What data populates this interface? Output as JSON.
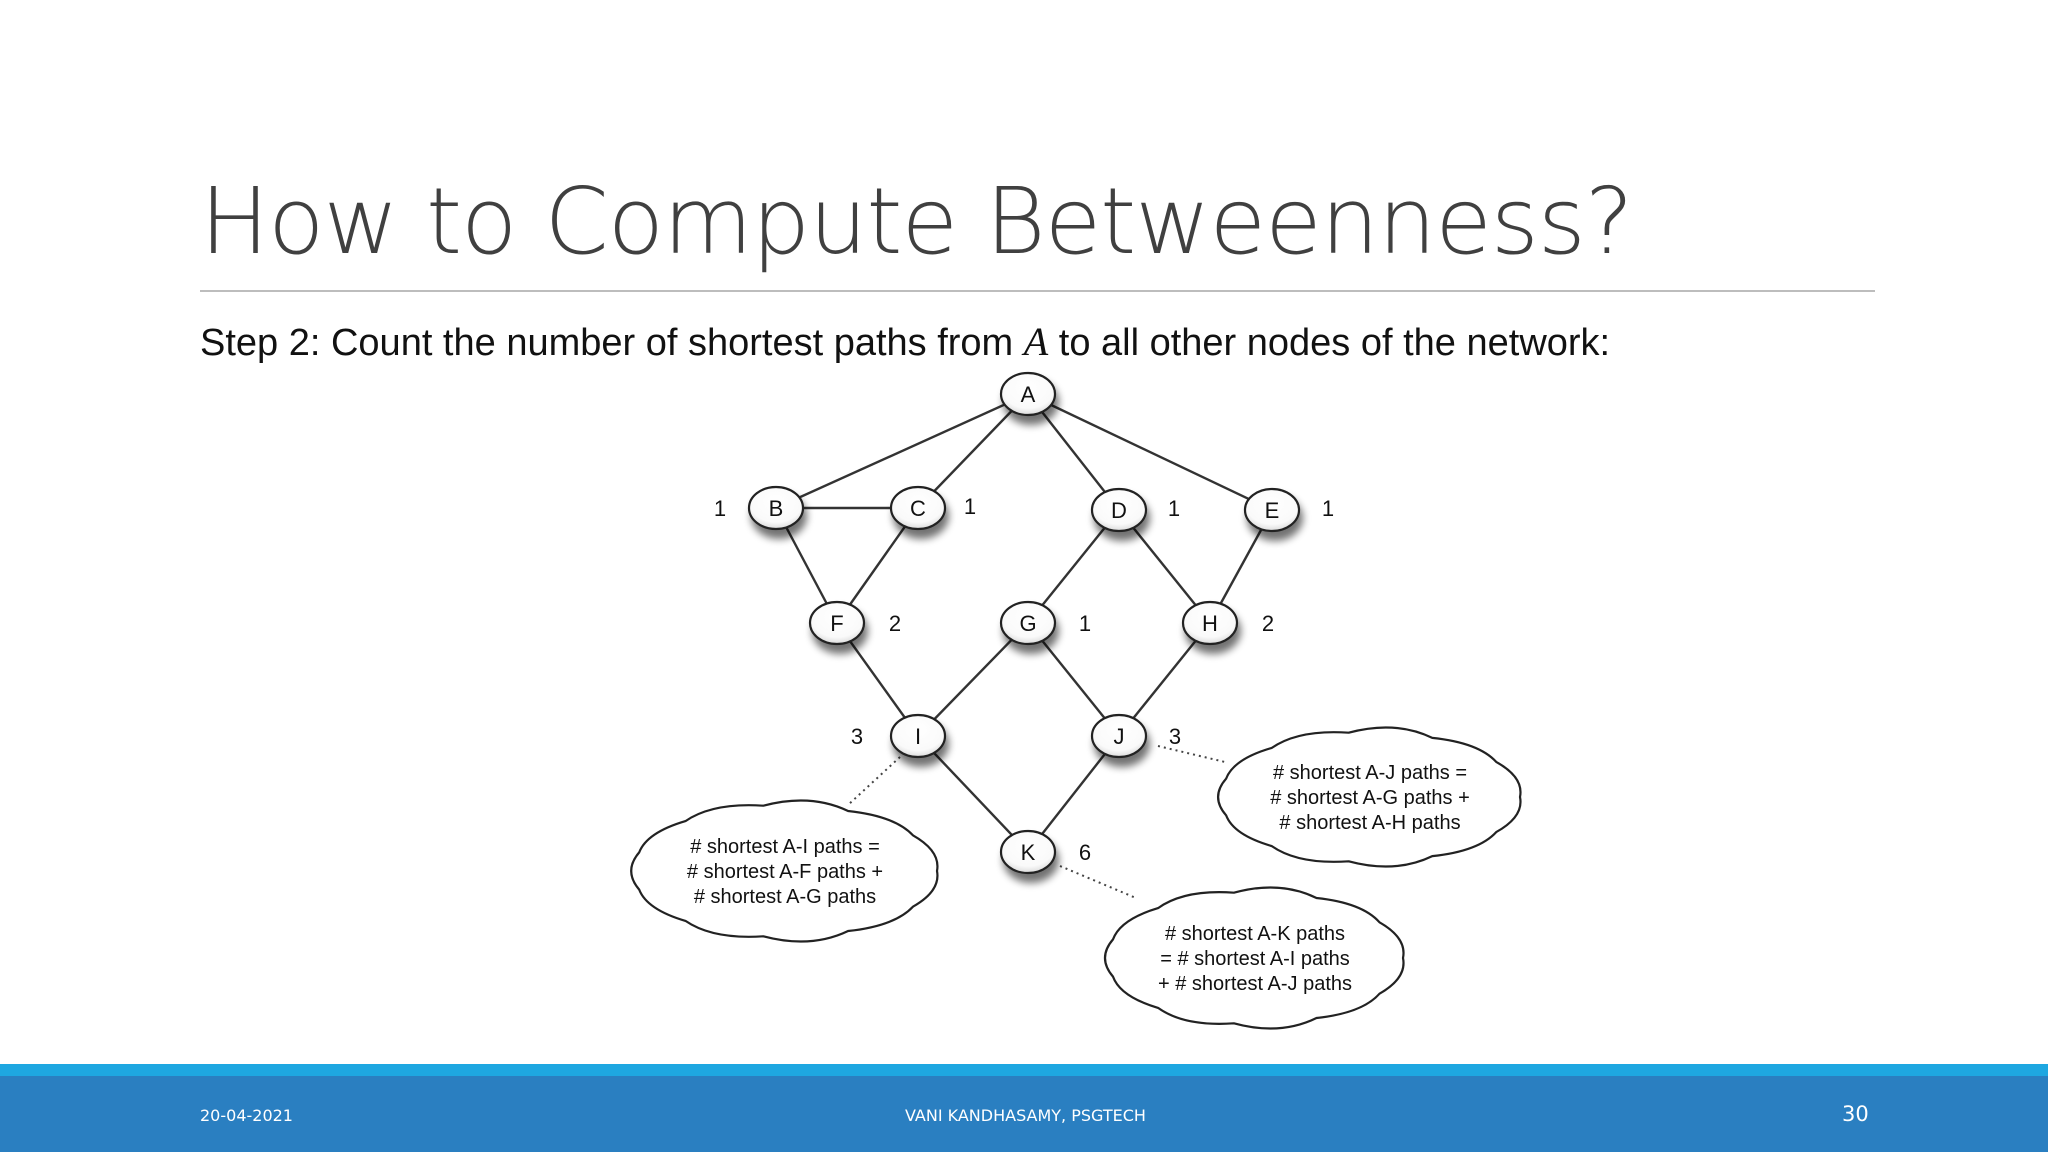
{
  "slide": {
    "title": "How to Compute Betweenness?",
    "step_prefix": "Step 2: Count the number of shortest paths from ",
    "step_var": "A",
    "step_suffix": " to all other nodes of the network:"
  },
  "diagram": {
    "nodes": [
      {
        "id": "A",
        "label": "A",
        "count": ""
      },
      {
        "id": "B",
        "label": "B",
        "count": "1"
      },
      {
        "id": "C",
        "label": "C",
        "count": "1"
      },
      {
        "id": "D",
        "label": "D",
        "count": "1"
      },
      {
        "id": "E",
        "label": "E",
        "count": "1"
      },
      {
        "id": "F",
        "label": "F",
        "count": "2"
      },
      {
        "id": "G",
        "label": "G",
        "count": "1"
      },
      {
        "id": "H",
        "label": "H",
        "count": "2"
      },
      {
        "id": "I",
        "label": "I",
        "count": "3"
      },
      {
        "id": "J",
        "label": "J",
        "count": "3"
      },
      {
        "id": "K",
        "label": "K",
        "count": "6"
      }
    ],
    "edges": [
      [
        "A",
        "B"
      ],
      [
        "A",
        "C"
      ],
      [
        "A",
        "D"
      ],
      [
        "A",
        "E"
      ],
      [
        "B",
        "C"
      ],
      [
        "B",
        "F"
      ],
      [
        "C",
        "F"
      ],
      [
        "D",
        "G"
      ],
      [
        "D",
        "H"
      ],
      [
        "E",
        "H"
      ],
      [
        "F",
        "I"
      ],
      [
        "G",
        "I"
      ],
      [
        "G",
        "J"
      ],
      [
        "H",
        "J"
      ],
      [
        "I",
        "K"
      ],
      [
        "J",
        "K"
      ]
    ],
    "callouts": [
      {
        "target": "J",
        "lines": [
          "# shortest A-J paths =",
          "# shortest A-G paths +",
          "# shortest A-H paths"
        ]
      },
      {
        "target": "I",
        "lines": [
          "# shortest A-I paths =",
          "# shortest A-F paths +",
          "# shortest A-G paths"
        ]
      },
      {
        "target": "K",
        "lines": [
          "# shortest A-K paths",
          "= # shortest A-I paths",
          "+ # shortest A-J paths"
        ]
      }
    ]
  },
  "footer": {
    "date": "20-04-2021",
    "author": "VANI KANDHASAMY, PSGTECH",
    "page": "30"
  }
}
